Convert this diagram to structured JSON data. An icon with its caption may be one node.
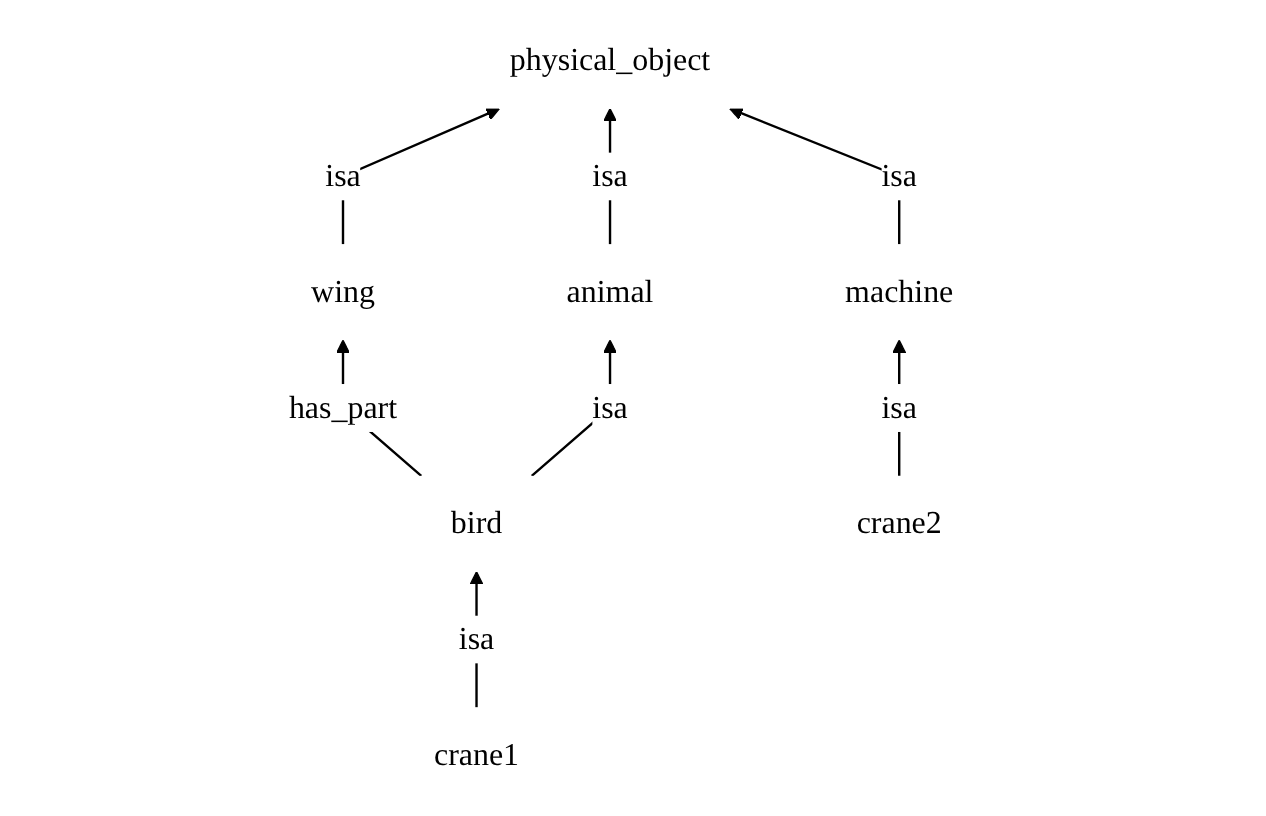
{
  "diagram": {
    "nodes": [
      {
        "text": [
          "physical_object"
        ]
      },
      {
        "text": [
          "wing"
        ]
      },
      {
        "text": [
          "animal"
        ]
      },
      {
        "text": [
          "machine"
        ]
      },
      {
        "text": [
          "bird"
        ]
      },
      {
        "text": [
          "crane2"
        ]
      },
      {
        "text": [
          "crane1"
        ]
      }
    ],
    "edges": [
      {
        "from": 1,
        "to": 0,
        "label": "isa",
        "arrow": "to"
      },
      {
        "from": 2,
        "to": 0,
        "label": "isa",
        "arrow": "to"
      },
      {
        "from": 3,
        "to": 0,
        "label": "isa",
        "arrow": "to"
      },
      {
        "from": 4,
        "to": 1,
        "label": "has_part",
        "arrow": "to"
      },
      {
        "from": 4,
        "to": 2,
        "label": "isa",
        "arrow": "to"
      },
      {
        "from": 5,
        "to": 3,
        "label": "isa",
        "arrow": "to"
      },
      {
        "from": 6,
        "to": 4,
        "label": "isa",
        "arrow": "to"
      }
    ]
  }
}
